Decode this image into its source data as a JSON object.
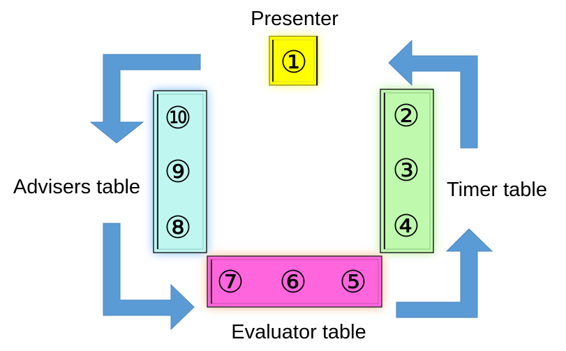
{
  "labels": {
    "presenter": "Presenter",
    "advisers": "Advisers table",
    "timer": "Timer table",
    "evaluator": "Evaluator table"
  },
  "seats": {
    "presenter": [
      "①"
    ],
    "advisers": [
      "⑩",
      "⑨",
      "⑧"
    ],
    "timer": [
      "②",
      "③",
      "④"
    ],
    "evaluator": [
      "⑦",
      "⑥",
      "⑤"
    ]
  },
  "colors": {
    "presenter": "#ffff00",
    "advisers": "#bff7f0",
    "timer": "#bff9ae",
    "evaluator": "#ff66dd",
    "arrow": "#5b9bd5"
  }
}
